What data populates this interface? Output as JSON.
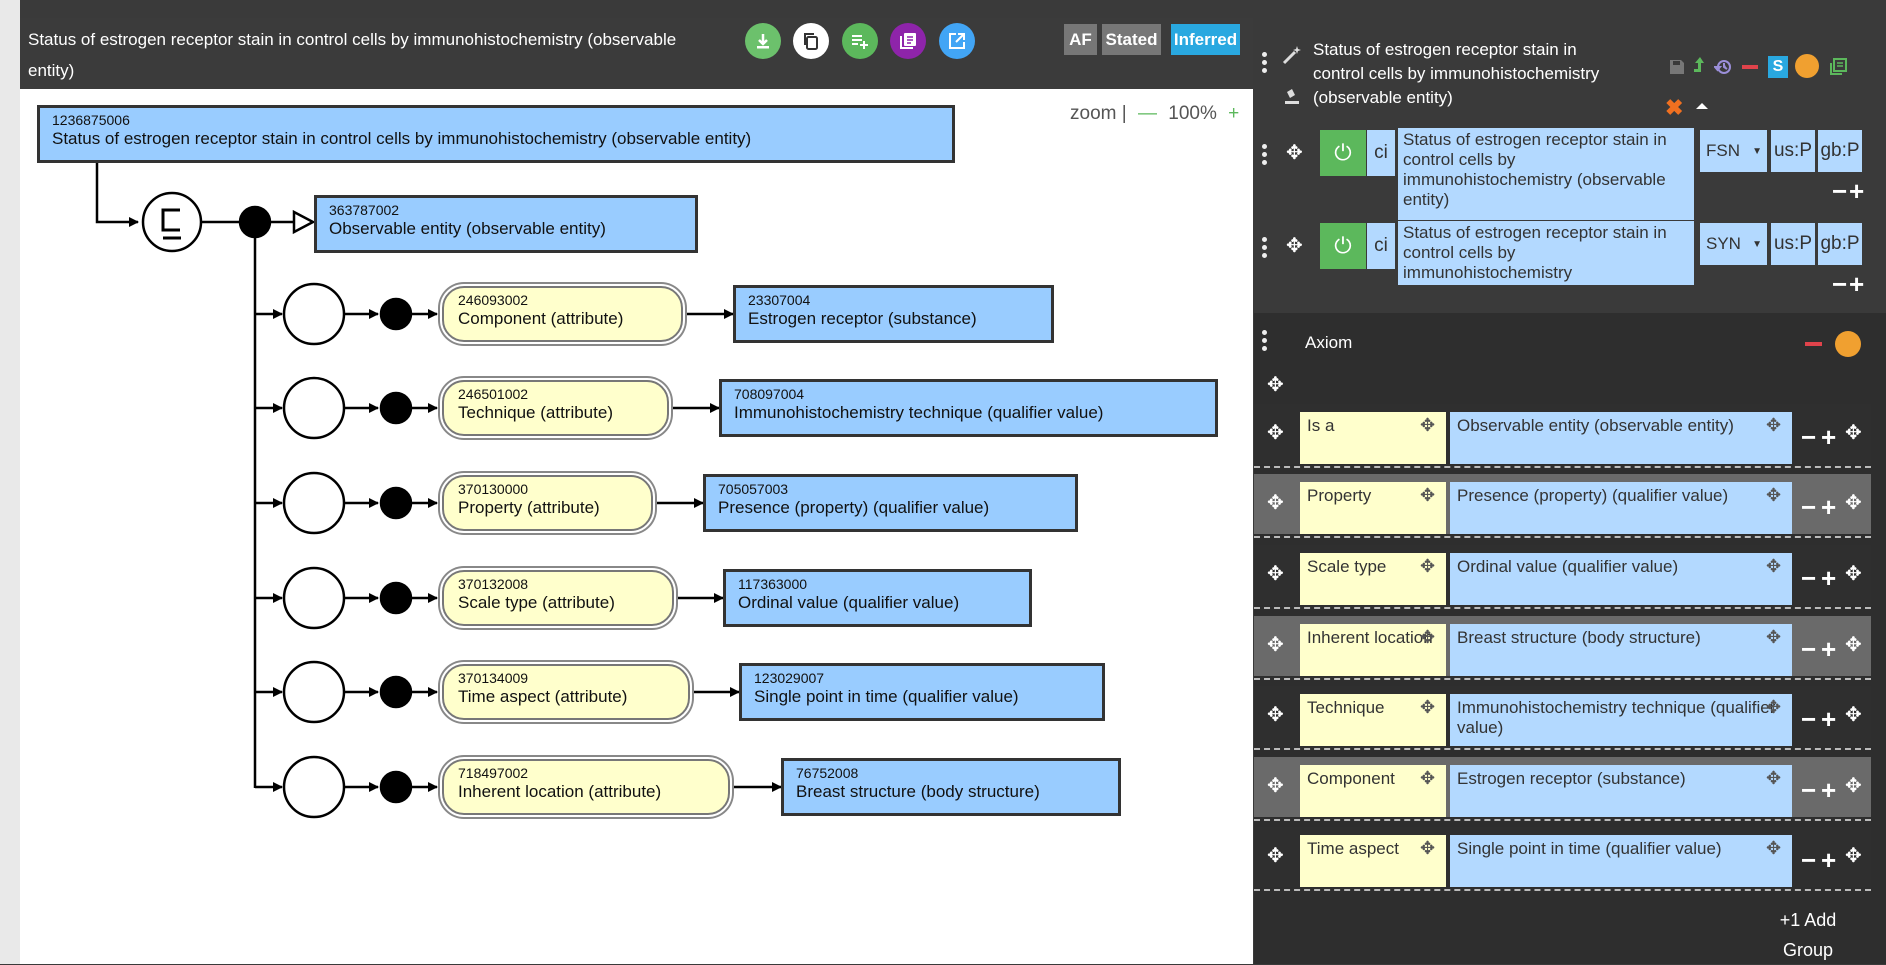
{
  "diagram": {
    "title": "Status of estrogen receptor stain in control cells by immunohistochemistry (observable entity)",
    "toggles": {
      "af": "AF",
      "stated": "Stated",
      "inferred": "Inferred"
    },
    "zoom": {
      "label": "zoom |",
      "minus": "—",
      "value": "100%",
      "plus": "+"
    },
    "root": {
      "id": "1236875006",
      "label": "Status of estrogen receptor stain in control cells by immunohistochemistry (observable entity)"
    },
    "parent": {
      "id": "363787002",
      "label": "Observable entity (observable entity)"
    },
    "relations": [
      {
        "attr_id": "246093002",
        "attr": "Component (attribute)",
        "val_id": "23307004",
        "val": "Estrogen receptor (substance)"
      },
      {
        "attr_id": "246501002",
        "attr": "Technique (attribute)",
        "val_id": "708097004",
        "val": "Immunohistochemistry technique (qualifier value)"
      },
      {
        "attr_id": "370130000",
        "attr": "Property (attribute)",
        "val_id": "705057003",
        "val": "Presence (property) (qualifier value)"
      },
      {
        "attr_id": "370132008",
        "attr": "Scale type (attribute)",
        "val_id": "117363000",
        "val": "Ordinal value (qualifier value)"
      },
      {
        "attr_id": "370134009",
        "attr": "Time aspect (attribute)",
        "val_id": "123029007",
        "val": "Single point in time (qualifier value)"
      },
      {
        "attr_id": "718497002",
        "attr": "Inherent location (attribute)",
        "val_id": "76752008",
        "val": "Breast structure (body structure)"
      }
    ]
  },
  "panel": {
    "title": "Status of estrogen receptor stain in control cells by immunohistochemistry (observable entity)",
    "descriptions": [
      {
        "ci": "ci",
        "text": "Status of estrogen receptor stain in control cells by immunohistochemistry (observable entity)",
        "type": "FSN",
        "us": "us:P",
        "gb": "gb:P"
      },
      {
        "ci": "ci",
        "text": "Status of estrogen receptor stain in control cells by immunohistochemistry",
        "type": "SYN",
        "us": "us:P",
        "gb": "gb:P"
      }
    ],
    "desc_minus": "−",
    "desc_plus": "+",
    "axiom_label": "Axiom",
    "axiom_rows": [
      {
        "attr": "Is a",
        "value": "Observable entity (observable entity)"
      },
      {
        "attr": "Property",
        "value": "Presence (property) (qualifier value)"
      },
      {
        "attr": "Scale type",
        "value": "Ordinal value (qualifier value)"
      },
      {
        "attr": "Inherent location",
        "value": "Breast structure (body structure)"
      },
      {
        "attr": "Technique",
        "value": "Immunohistochemistry technique (qualifier value)"
      },
      {
        "attr": "Component",
        "value": "Estrogen receptor (substance)"
      },
      {
        "attr": "Time aspect",
        "value": "Single point in time (qualifier value)"
      }
    ],
    "add_group": "+1 Add Group",
    "s_badge": "S"
  },
  "colors": {
    "concept_blue": "#99ccff",
    "attribute_yellow": "#ffffcc",
    "accent_green": "#5cb85c",
    "inferred_blue": "#29a8e0",
    "stated_gray": "#777777",
    "remove_red": "#e0434b",
    "orange": "#f0a030"
  }
}
